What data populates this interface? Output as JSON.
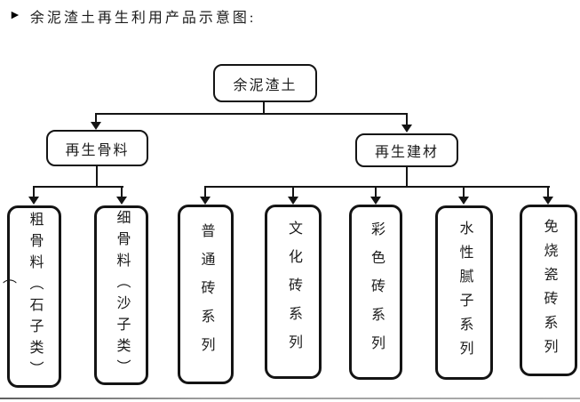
{
  "header": {
    "bullet": "►",
    "title": "余泥渣土再生利用产品示意图:"
  },
  "colors": {
    "line": "#141414",
    "text": "#1b1b1b",
    "background": "#ffffff",
    "bottom_rule": "#9c9c9c"
  },
  "tree": {
    "root": {
      "label": "余泥渣土"
    },
    "branches": [
      {
        "label": "再生骨料",
        "children": [
          {
            "label": "粗骨料（石子类）",
            "overflow_glyph": "（"
          },
          {
            "label": "细骨料（沙子类）"
          }
        ]
      },
      {
        "label": "再生建材",
        "children": [
          {
            "label": "普通砖系列"
          },
          {
            "label": "文化砖系列"
          },
          {
            "label": "彩色砖系列"
          },
          {
            "label": "水性腻子系列"
          },
          {
            "label": "免烧瓷砖系列"
          }
        ]
      }
    ]
  }
}
